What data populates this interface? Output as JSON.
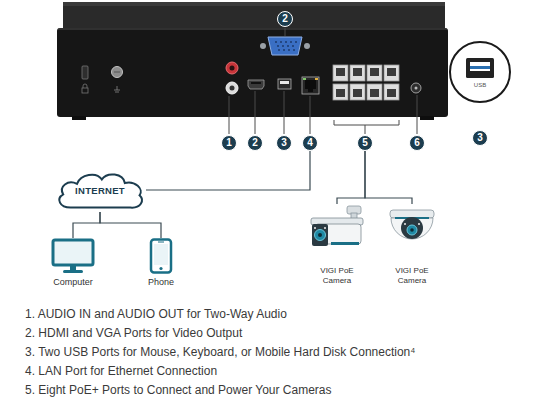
{
  "diagram": {
    "nodes": [
      {
        "text": [
          "2"
        ]
      },
      {
        "text": [
          "1"
        ]
      },
      {
        "text": [
          "2"
        ]
      },
      {
        "text": [
          "3"
        ]
      },
      {
        "text": [
          "4"
        ]
      },
      {
        "text": [
          "5"
        ]
      },
      {
        "text": [
          "6"
        ]
      },
      {
        "text": [
          "3"
        ]
      },
      {
        "text": [
          "INTERNET"
        ]
      },
      {
        "text": [
          "Computer"
        ]
      },
      {
        "text": [
          "Phone"
        ]
      },
      {
        "text": [
          "VIGI PoE Camera"
        ]
      },
      {
        "text": [
          "VIGI PoE Camera"
        ]
      }
    ],
    "edges": [
      {
        "from": 8,
        "to": 4,
        "arrow": "none"
      },
      {
        "from": 8,
        "to": 9,
        "arrow": "none"
      },
      {
        "from": 8,
        "to": 10,
        "arrow": "none"
      },
      {
        "from": 5,
        "to": 11,
        "arrow": "none"
      },
      {
        "from": 5,
        "to": 12,
        "arrow": "none"
      }
    ],
    "labels": [
      "USB",
      "1. AUDIO IN and AUDIO OUT for Two-Way Audio",
      "2. HDMI and VGA Ports for Video Output",
      "3. Two USB Ports for Mouse, Keyboard, or Mobile Hard Disk Connection⁴",
      "4. LAN Port for Ethernet Connection",
      "5. Eight PoE+ Ports to Connect and Power Your Cameras"
    ]
  }
}
